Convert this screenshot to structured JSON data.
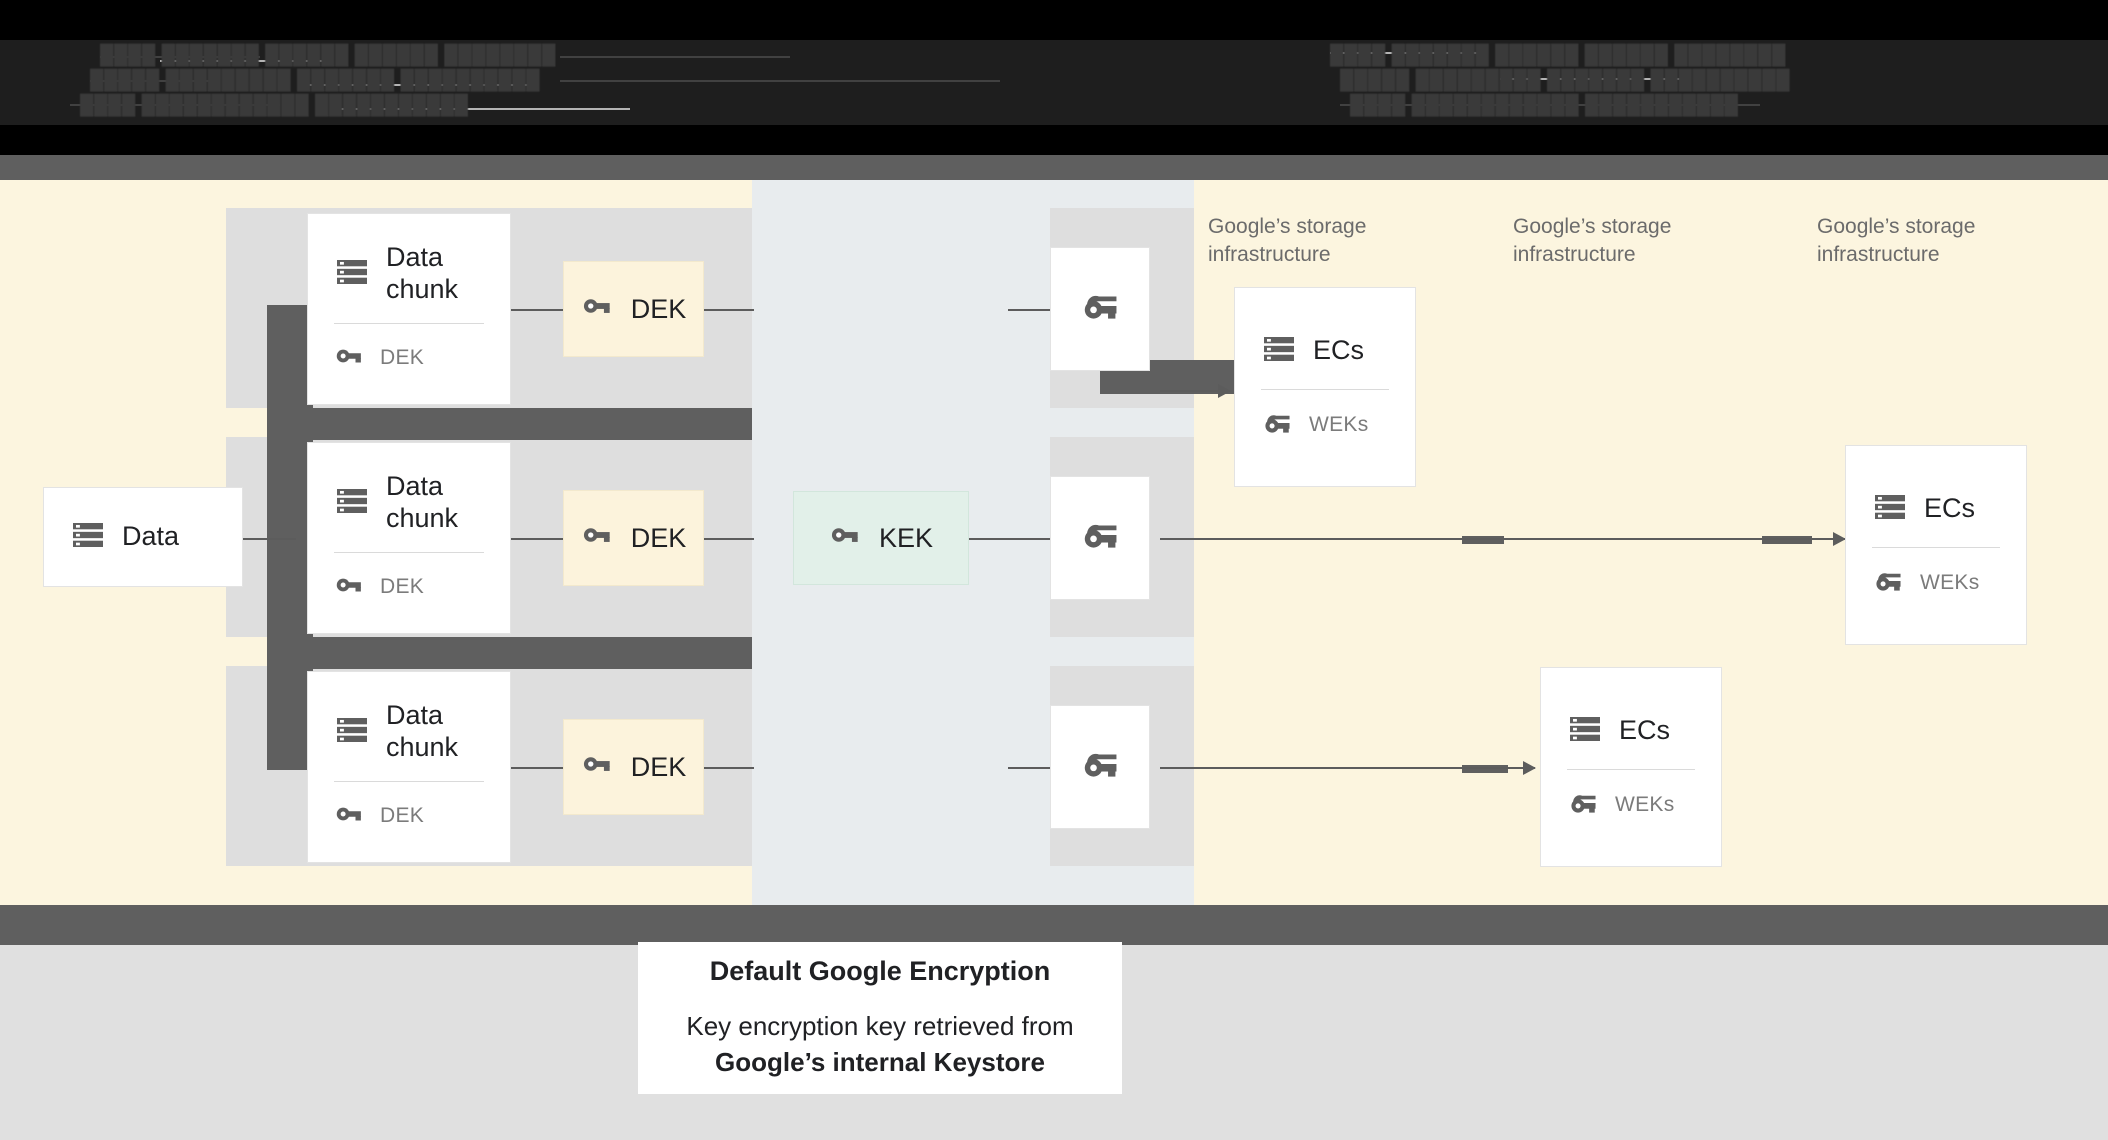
{
  "meta": {
    "title": "Default Google Encryption — data chunk / DEK / KEK / ECs flow",
    "colors": {
      "cream": "#fcf5df",
      "bluegray": "#e8ecee",
      "gray_column": "#dedede",
      "dark_band": "#5f5f5f",
      "dek_fill": "#fcf3dc",
      "kek_fill": "#e2f0e9",
      "page_gray": "#e0e0e0",
      "text": "#202124",
      "muted_text": "#6b6b6b"
    }
  },
  "top_band": {
    "note": "Obscured dark header band; text is rendered dark-on-black and is not legible.",
    "lines": [
      "████  ███████   ██████       ██████  ████████",
      "█████  █████████   ███████   ██████████",
      "████  ████████████  ███████████"
    ]
  },
  "source": {
    "label": "Data",
    "icon": "server-icon"
  },
  "chunks": [
    {
      "title": "Data\nchunk",
      "key_label": "DEK",
      "icon": "server-icon",
      "key_icon": "key-icon"
    },
    {
      "title": "Data\nchunk",
      "key_label": "DEK",
      "icon": "server-icon",
      "key_icon": "key-icon"
    },
    {
      "title": "Data\nchunk",
      "key_label": "DEK",
      "icon": "server-icon",
      "key_icon": "key-icon"
    }
  ],
  "deks": [
    {
      "label": "DEK",
      "icon": "key-icon"
    },
    {
      "label": "DEK",
      "icon": "key-icon"
    },
    {
      "label": "DEK",
      "icon": "key-icon"
    }
  ],
  "kek": {
    "label": "KEK",
    "icon": "key-icon"
  },
  "wrapped_keys": [
    {
      "icon": "wrapped-key-icon"
    },
    {
      "icon": "wrapped-key-icon"
    },
    {
      "icon": "wrapped-key-icon"
    }
  ],
  "storage_labels": [
    "Google’s storage\ninfrastructure",
    "Google’s storage\ninfrastructure",
    "Google’s storage\ninfrastructure"
  ],
  "ec_cards": [
    {
      "title": "ECs",
      "key_label": "WEKs",
      "icon": "server-icon",
      "key_icon": "wrapped-key-icon"
    },
    {
      "title": "ECs",
      "key_label": "WEKs",
      "icon": "server-icon",
      "key_icon": "wrapped-key-icon"
    },
    {
      "title": "ECs",
      "key_label": "WEKs",
      "icon": "server-icon",
      "key_icon": "wrapped-key-icon"
    }
  ],
  "caption": {
    "heading": "Default Google Encryption",
    "body_line1": "Key encryption key retrieved from",
    "body_line2": "Google’s internal Keystore"
  }
}
